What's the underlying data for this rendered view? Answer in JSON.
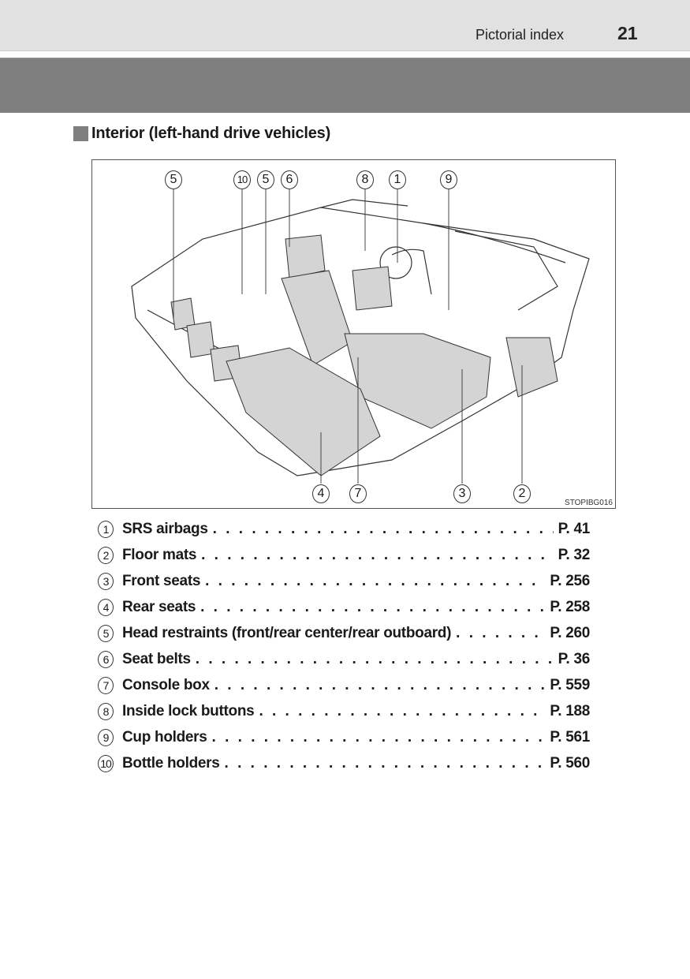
{
  "header": {
    "section": "Pictorial index",
    "page_number": "21"
  },
  "heading": "Interior (left-hand drive vehicles)",
  "figure": {
    "code": "STOPIBG016",
    "callouts_top": [
      "5",
      "10",
      "5",
      "6",
      "8",
      "1",
      "9"
    ],
    "callouts_bottom": [
      "4",
      "7",
      "3",
      "2"
    ]
  },
  "index": [
    {
      "num": "1",
      "label": "SRS airbags",
      "page": "P. 41"
    },
    {
      "num": "2",
      "label": "Floor mats",
      "page": "P. 32"
    },
    {
      "num": "3",
      "label": "Front seats",
      "page": "P. 256"
    },
    {
      "num": "4",
      "label": "Rear seats",
      "page": "P. 258"
    },
    {
      "num": "5",
      "label": "Head restraints (front/rear center/rear outboard)",
      "page": "P. 260"
    },
    {
      "num": "6",
      "label": "Seat belts",
      "page": "P. 36"
    },
    {
      "num": "7",
      "label": "Console box",
      "page": "P. 559"
    },
    {
      "num": "8",
      "label": "Inside lock buttons",
      "page": "P. 188"
    },
    {
      "num": "9",
      "label": "Cup holders",
      "page": "P. 561"
    },
    {
      "num": "10",
      "label": "Bottle holders",
      "page": "P. 560"
    }
  ]
}
